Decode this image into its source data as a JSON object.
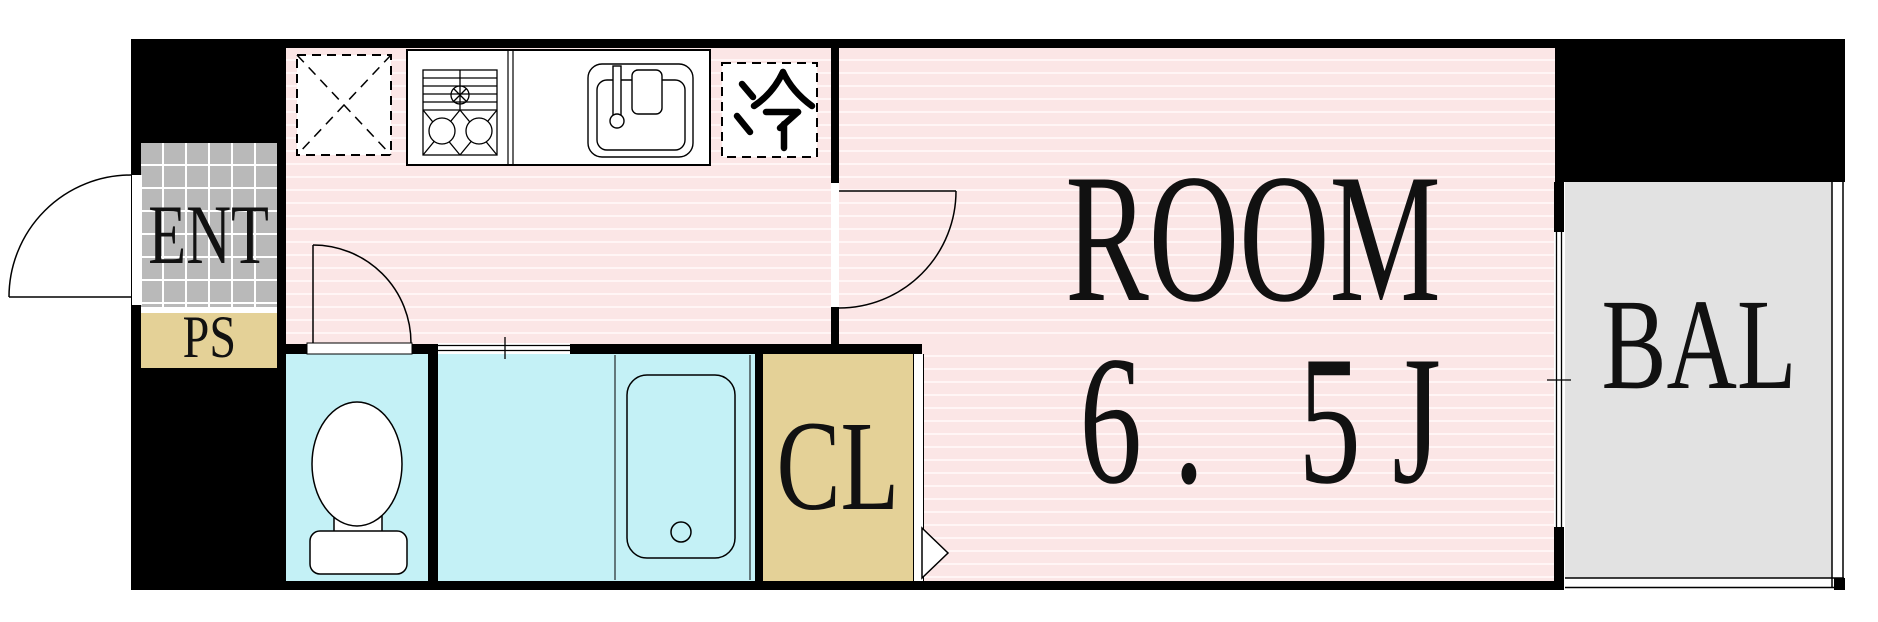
{
  "plan": {
    "title": "1K apartment floor plan",
    "labels": {
      "entrance": "ENT",
      "pipe_space": "PS",
      "refrigerator": "冷",
      "closet": "CL",
      "main_room": "ROOM",
      "main_room_size": "6. 5J",
      "balcony": "BAL"
    },
    "fixtures": [
      "entrance-swing-door",
      "washing-machine-space",
      "gas-stove-2-burner",
      "kitchen-sink",
      "refrigerator-space",
      "room-swing-door",
      "toilet",
      "toilet-swing-door",
      "bathtub",
      "bath-sliding-door",
      "closet-door",
      "balcony-sliding-window",
      "balcony-railing"
    ]
  },
  "colors": {
    "floor_pink": "#fbe6e6",
    "floor_stripe": "#fff5f5",
    "tile_gray": "#b9b9b9",
    "tile_line": "#ffffff",
    "service_tan": "#e4d197",
    "wet_cyan": "#c4f1f6",
    "balcony_gray": "#e2e2e2",
    "wall_black": "#000000",
    "text_black": "#111111",
    "line_black": "#000000"
  }
}
